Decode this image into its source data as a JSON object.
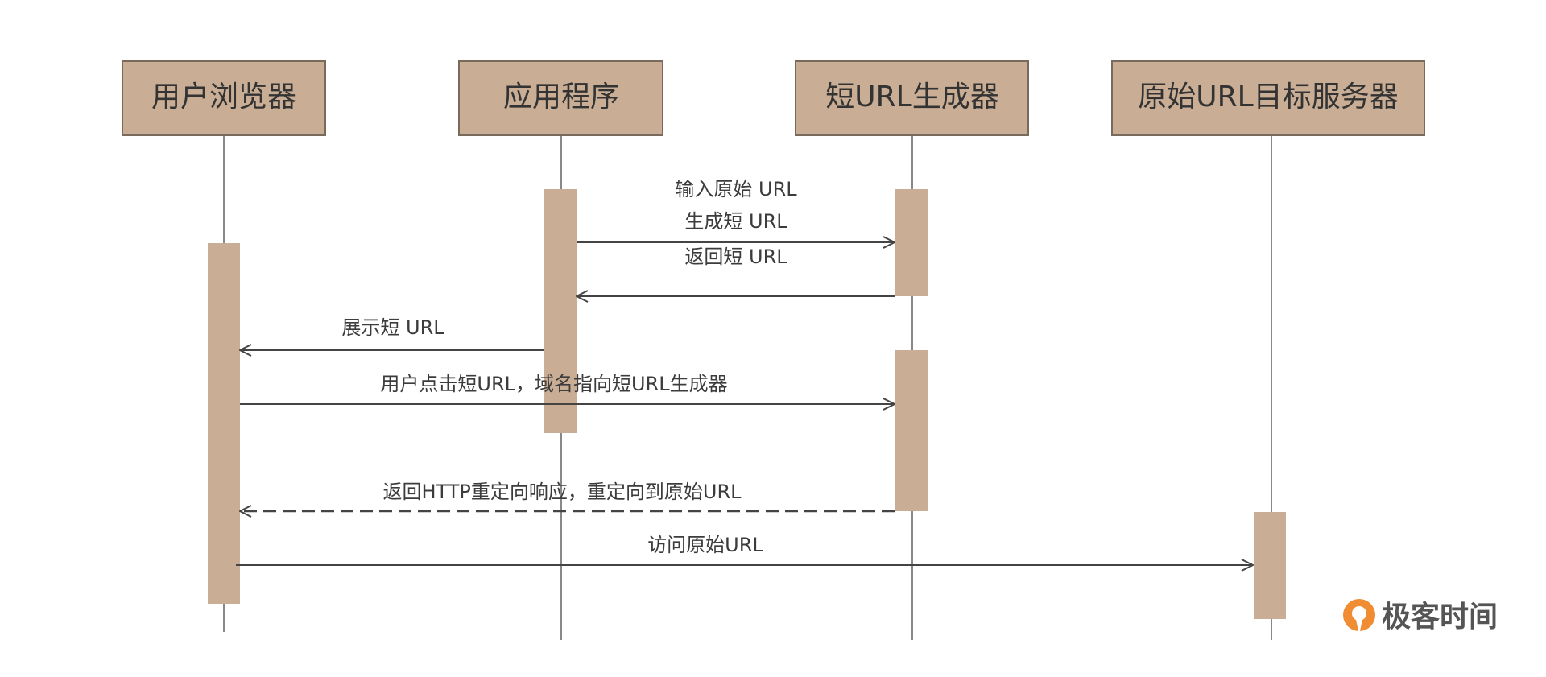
{
  "participants": [
    {
      "id": "browser",
      "label": "用户浏览器"
    },
    {
      "id": "app",
      "label": "应用程序"
    },
    {
      "id": "shortener",
      "label": "短URL生成器"
    },
    {
      "id": "target",
      "label": "原始URL目标服务器"
    }
  ],
  "messages": [
    {
      "from": "app",
      "to": "shortener",
      "lines": [
        "输入原始 URL",
        "生成短 URL"
      ],
      "style": "solid"
    },
    {
      "from": "shortener",
      "to": "app",
      "lines": [
        "返回短 URL"
      ],
      "style": "solid"
    },
    {
      "from": "app",
      "to": "browser",
      "lines": [
        "展示短 URL"
      ],
      "style": "solid"
    },
    {
      "from": "browser",
      "to": "shortener",
      "lines": [
        "用户点击短URL，域名指向短URL生成器"
      ],
      "style": "solid"
    },
    {
      "from": "shortener",
      "to": "browser",
      "lines": [
        "返回HTTP重定向响应，重定向到原始URL"
      ],
      "style": "dashed"
    },
    {
      "from": "browser",
      "to": "target",
      "lines": [
        "访问原始URL"
      ],
      "style": "solid"
    }
  ],
  "colors": {
    "box_fill": "#c9ae95",
    "box_stroke": "#7a6a5c",
    "lifeline": "#888888",
    "arrow": "#444444",
    "logo_orange": "#f08c32"
  },
  "watermark": {
    "text": "极客时间",
    "icon": "geektime-logo-icon"
  }
}
